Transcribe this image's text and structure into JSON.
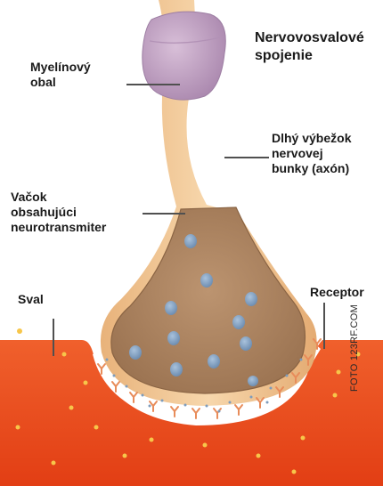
{
  "title": "Nervovosvalové\nspojenie",
  "labels": {
    "myelin": "Myelínový\nobal",
    "axon": "Dlhý výbežok\nnervovej\nbunky (axón)",
    "vesicle": "Vačok\nobsahujúci\nneurotransmiter",
    "muscle": "Sval",
    "receptor": "Receptor"
  },
  "credit": "FOTO 123RF.COM",
  "colors": {
    "muscle": "#ea4a1e",
    "axon": "#f2cc9c",
    "terminal_interior": "#b08865",
    "myelin": "#c2a3c5",
    "vesicle": "#7d9cbc",
    "receptor": "#e88c5a",
    "leader_line": "#505050"
  }
}
